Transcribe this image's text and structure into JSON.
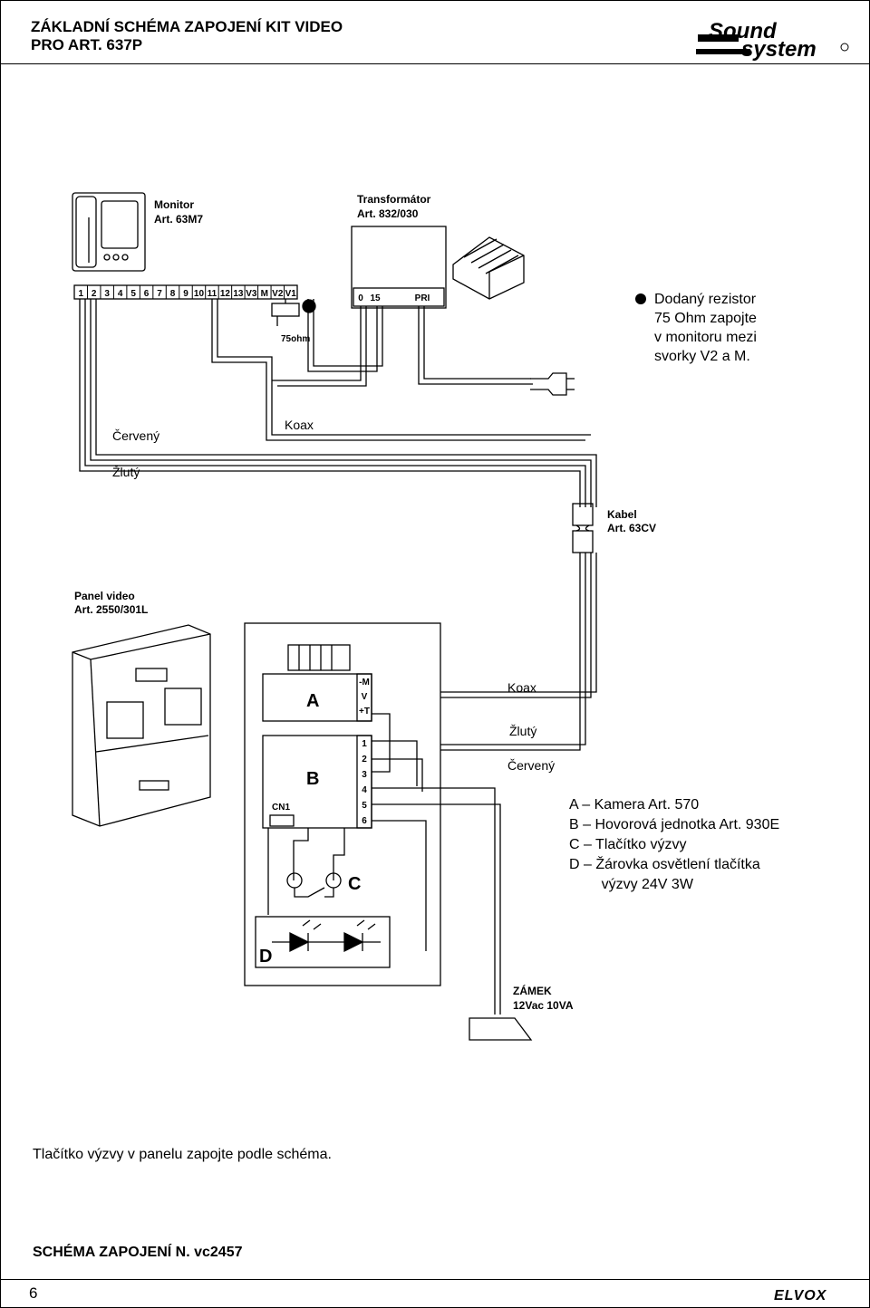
{
  "header": {
    "title_line1": "ZÁKLADNÍ SCHÉMA ZAPOJENÍ KIT VIDEO",
    "title_line2": "PRO ART. 637P",
    "logo_text_top": "Sound",
    "logo_text_bottom": "system"
  },
  "diagram": {
    "monitor_label1": "Monitor",
    "monitor_label2": "Art. 63M7",
    "transformer_label1": "Transformátor",
    "transformer_label2": "Art. 832/030",
    "terminals": [
      "1",
      "2",
      "3",
      "4",
      "5",
      "6",
      "7",
      "8",
      "9",
      "10",
      "11",
      "12",
      "13",
      "V3",
      "M",
      "V2",
      "V1"
    ],
    "transformer_terminals": [
      "0",
      "15",
      "PRI"
    ],
    "resistor_label": "75ohm",
    "wire_cerveny_top": "Červený",
    "wire_koax_top": "Koax",
    "wire_zluty_top": "Žlutý",
    "cable_label1": "Kabel",
    "cable_label2": "Art. 63CV",
    "panel_label1": "Panel video",
    "panel_label2": "Art. 2550/301L",
    "block_a": "A",
    "block_b": "B",
    "block_c": "C",
    "block_d": "D",
    "a_terminals": [
      "-M",
      "V",
      "+T"
    ],
    "b_terminals": [
      "1",
      "2",
      "3",
      "4",
      "5",
      "6"
    ],
    "cn1": "CN1",
    "wire_koax_right": "Koax",
    "wire_zluty_right": "Žlutý",
    "wire_cerveny_right": "Červený",
    "lock_label1": "ZÁMEK",
    "lock_label2": "12Vac 10VA"
  },
  "note": {
    "text": "Dodaný rezistor\n75 Ohm zapojte\nv monitoru mezi\nsvorky V2 a M."
  },
  "legend": {
    "a": "A – Kamera Art. 570",
    "b": "B – Hovorová jednotka Art. 930E",
    "c": "C – Tlačítko výzvy",
    "d": "D – Žárovka osvětlení tlačítka",
    "d2": "        výzvy 24V 3W"
  },
  "bottom_note": "Tlačítko výzvy v panelu zapojte podle schéma.",
  "footer": {
    "title": "SCHÉMA ZAPOJENÍ  N. vc2457",
    "page_number": "6",
    "brand": "ELVOX"
  }
}
